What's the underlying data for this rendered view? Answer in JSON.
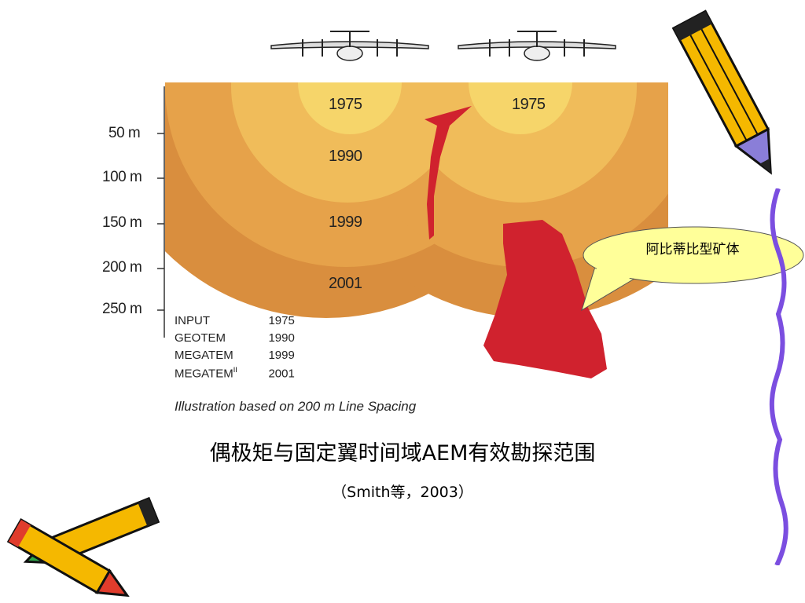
{
  "figure": {
    "depth_labels": [
      "50 m",
      "100 m",
      "150 m",
      "200 m",
      "250 m"
    ],
    "year_labels": {
      "left_1975": "1975",
      "right_1975": "1975",
      "y1990": "1990",
      "y1999": "1999",
      "y2001": "2001"
    },
    "legend": [
      {
        "system": "INPUT",
        "year": "1975"
      },
      {
        "system": "GEOTEM",
        "year": "1990"
      },
      {
        "system": "MEGATEM",
        "year": "1999"
      },
      {
        "system": "MEGATEM",
        "superscript": "II",
        "year": "2001"
      }
    ],
    "note": "Illustration based on 200 m Line Spacing",
    "colors": {
      "zone_2001": "#d98e3e",
      "zone_1999": "#e6a24a",
      "zone_1990": "#f0bc5a",
      "zone_1975": "#f6d56a",
      "ore": "#d0222e"
    }
  },
  "callout": {
    "text": "阿比蒂比型矿体",
    "fill": "#ffff99"
  },
  "caption": {
    "title": "偶极矩与固定翼时间域AEM有效勘探范围",
    "citation": "（Smith等，2003）"
  }
}
